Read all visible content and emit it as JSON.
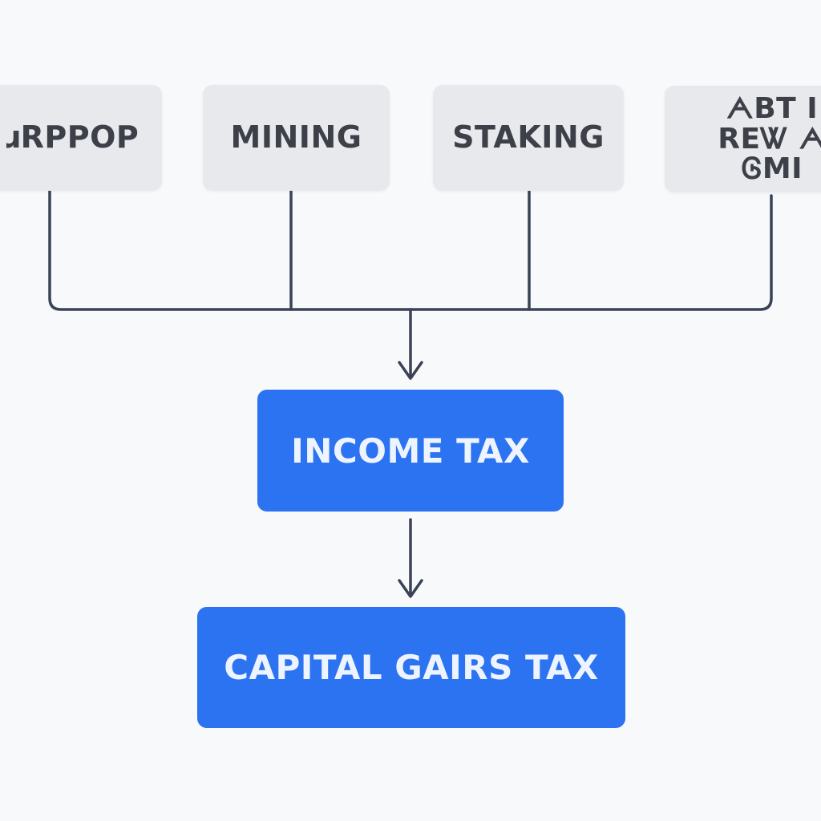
{
  "sources": [
    {
      "id": "airdrop",
      "label": "ɹRPPOP"
    },
    {
      "id": "mining",
      "label": "MINING"
    },
    {
      "id": "staking",
      "label": "STAKING"
    },
    {
      "id": "rewards",
      "label": "ᗅBT I\nREᏔ ᗅ ᎶMI"
    }
  ],
  "income_tax": {
    "label": "INCOME TAX"
  },
  "capital_gains_tax": {
    "label": "CAPITAL GAIRS TAX"
  },
  "colors": {
    "connector": "#3a4256",
    "tax_box": "#2c73f2",
    "source_box": "#e8e9ec",
    "background": "#f8f9fb"
  }
}
